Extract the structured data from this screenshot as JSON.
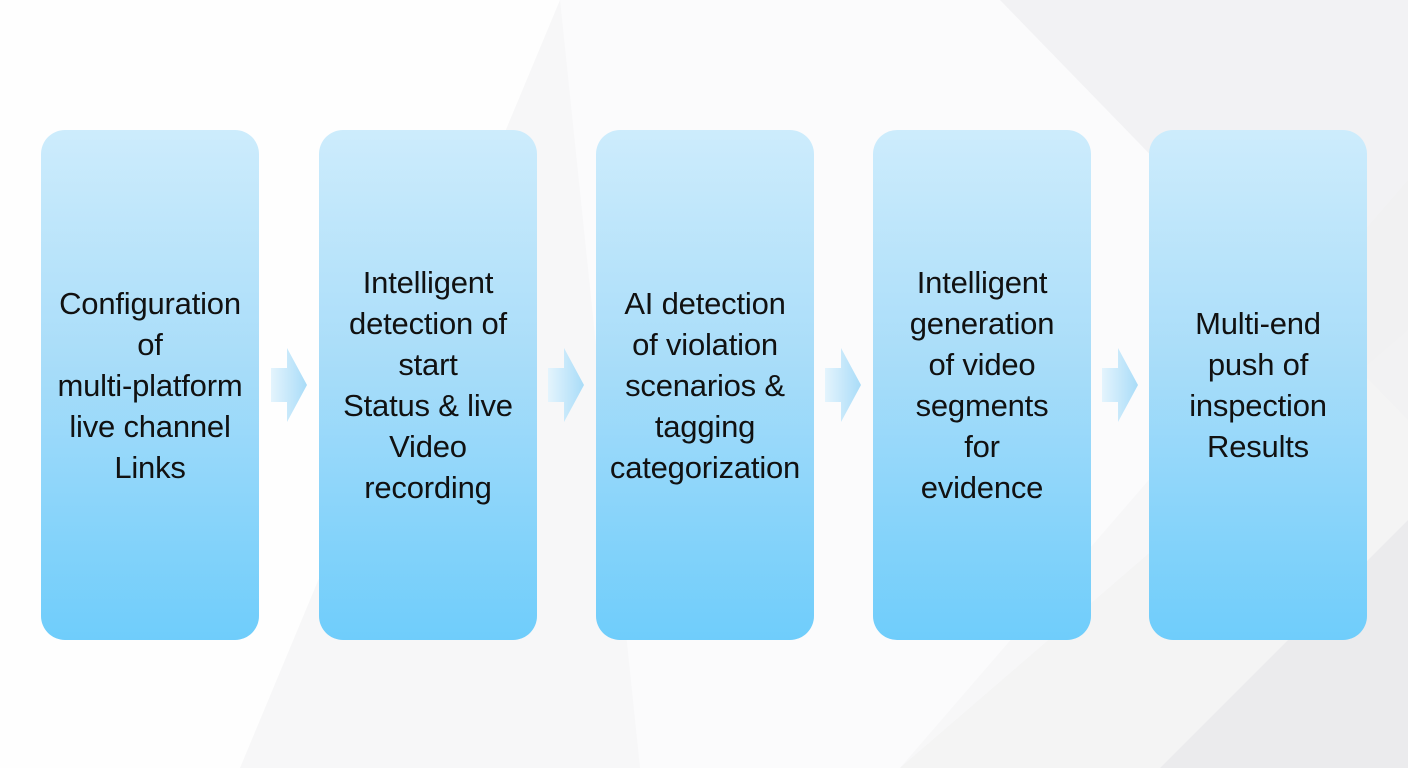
{
  "steps": [
    {
      "label": "Configuration\nof\nmulti-platform\nlive channel\nLinks"
    },
    {
      "label": "Intelligent\ndetection of\nstart\nStatus & live\nVideo\nrecording"
    },
    {
      "label": "AI detection\nof violation\nscenarios &\ntagging\ncategorization"
    },
    {
      "label": "Intelligent\ngeneration\nof video\nsegments\nfor\nevidence"
    },
    {
      "label": "Multi-end\npush of\ninspection\nResults"
    }
  ],
  "colors": {
    "box_top": "#cdecfc",
    "box_bottom": "#6fcdfb",
    "arrow": "#c8eafb",
    "text": "#111111",
    "background": "#f7f7f8"
  }
}
